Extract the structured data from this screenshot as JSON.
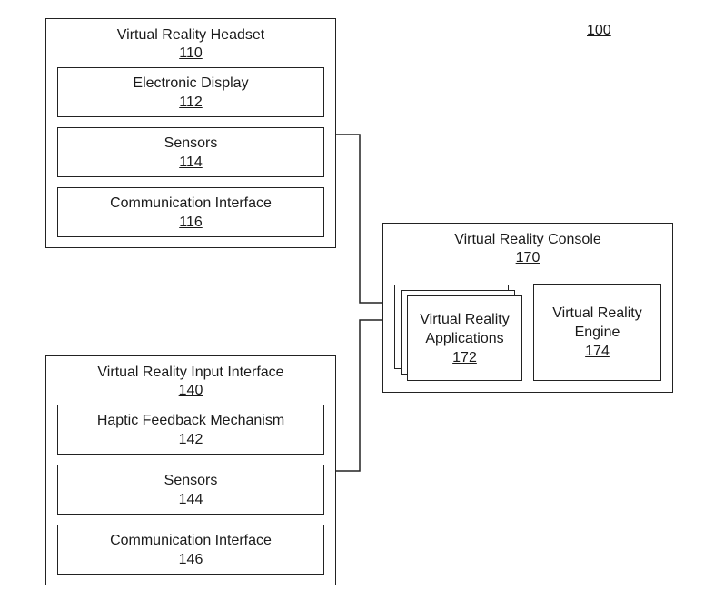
{
  "figure_ref": "100",
  "headset": {
    "title": "Virtual Reality Headset",
    "ref": "110",
    "items": [
      {
        "label": "Electronic Display",
        "ref": "112"
      },
      {
        "label": "Sensors",
        "ref": "114"
      },
      {
        "label": "Communication Interface",
        "ref": "116"
      }
    ]
  },
  "input_interface": {
    "title": "Virtual Reality Input Interface",
    "ref": "140",
    "items": [
      {
        "label": "Haptic Feedback Mechanism",
        "ref": "142"
      },
      {
        "label": "Sensors",
        "ref": "144"
      },
      {
        "label": "Communication Interface",
        "ref": "146"
      }
    ]
  },
  "console": {
    "title": "Virtual Reality Console",
    "ref": "170",
    "applications": {
      "label_line1": "Virtual Reality",
      "label_line2": "Applications",
      "ref": "172"
    },
    "engine": {
      "label_line1": "Virtual Reality",
      "label_line2": "Engine",
      "ref": "174"
    }
  }
}
